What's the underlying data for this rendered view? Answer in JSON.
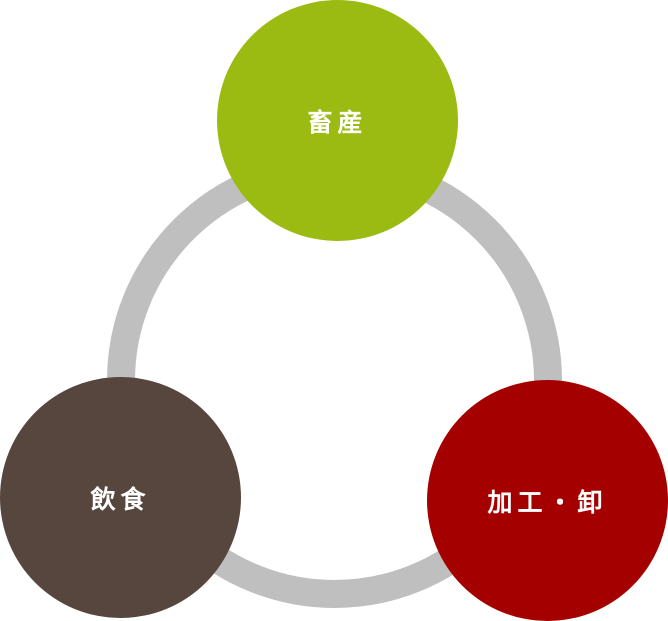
{
  "nodes": {
    "livestock": {
      "label": "畜産",
      "color": "#9bbb12"
    },
    "food": {
      "label": "飲食",
      "color": "#57463e"
    },
    "processing": {
      "label": "加工・卸",
      "color": "#a50000"
    }
  },
  "ring": {
    "color": "#bfbfbf"
  }
}
